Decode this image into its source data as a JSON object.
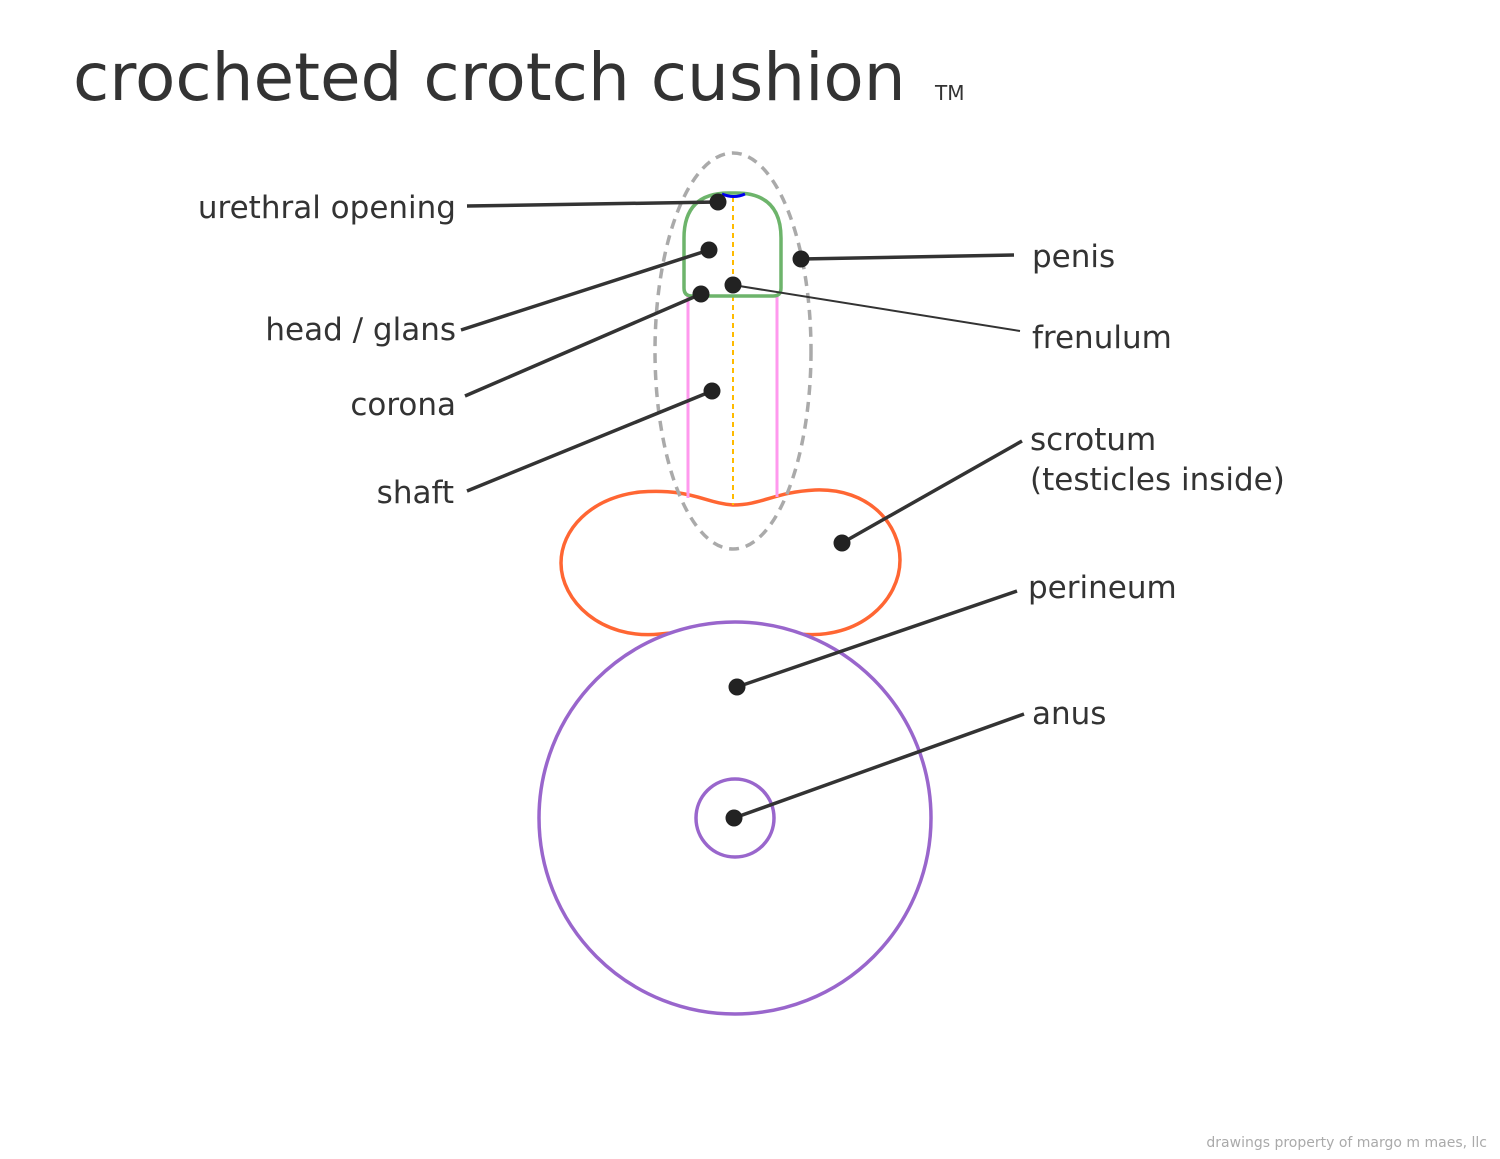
{
  "title": "crocheted crotch cushion",
  "trademark": "TM",
  "labels": {
    "urethral_opening": "urethral opening",
    "head_glans": "head / glans",
    "corona": "corona",
    "shaft": "shaft",
    "penis": "penis",
    "frenulum": "frenulum",
    "scrotum": "scrotum",
    "scrotum_note": "(testicles inside)",
    "perineum": "perineum",
    "anus": "anus"
  },
  "footer": "drawings property of margo m maes, llc",
  "colors": {
    "penis_outline": "#aaaaaa",
    "glans": "#6db46b",
    "shaft": "#ff99ee",
    "midline": "#ffbb00",
    "urethral_opening": "#0000ee",
    "scrotum": "#ff6633",
    "perineum_anus": "#9966cc",
    "text": "#333333"
  }
}
